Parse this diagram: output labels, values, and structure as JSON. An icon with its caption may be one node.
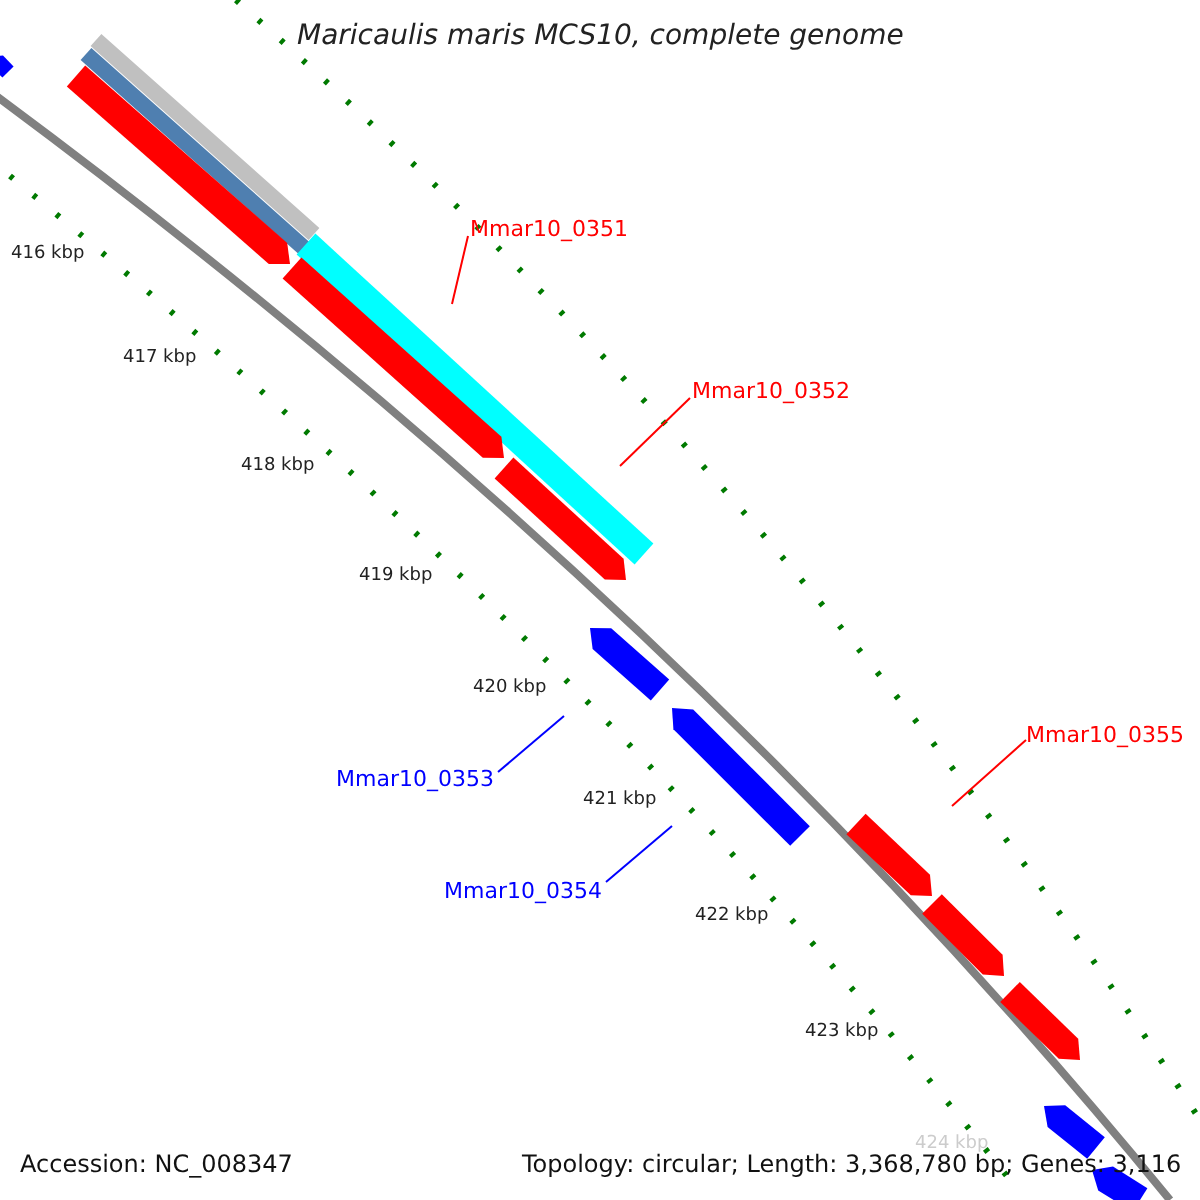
{
  "diagram": {
    "title": "Maricaulis maris MCS10, complete genome",
    "nodes": [
      {
        "text": [
          "Mmar10_0351"
        ]
      },
      {
        "text": [
          "Mmar10_0352"
        ]
      },
      {
        "text": [
          "Mmar10_0353"
        ]
      },
      {
        "text": [
          "Mmar10_0354"
        ]
      },
      {
        "text": [
          "Mmar10_0355"
        ]
      }
    ],
    "edges": [
      {
        "from": 0,
        "to": null,
        "arrow": "none"
      },
      {
        "from": 1,
        "to": null,
        "arrow": "none"
      },
      {
        "from": 2,
        "to": null,
        "arrow": "none",
        "color": "#0000ff"
      },
      {
        "from": 3,
        "to": null,
        "arrow": "none",
        "color": "#0000ff"
      },
      {
        "from": 4,
        "to": null,
        "arrow": "none"
      }
    ],
    "labels": [
      "416 kbp",
      "417 kbp",
      "418 kbp",
      "419 kbp",
      "420 kbp",
      "421 kbp",
      "422 kbp",
      "423 kbp",
      "424 kbp",
      "Accession: NC_008347",
      "Topology: circular; Length: 3,368,780 bp; Genes: 3,116"
    ]
  }
}
